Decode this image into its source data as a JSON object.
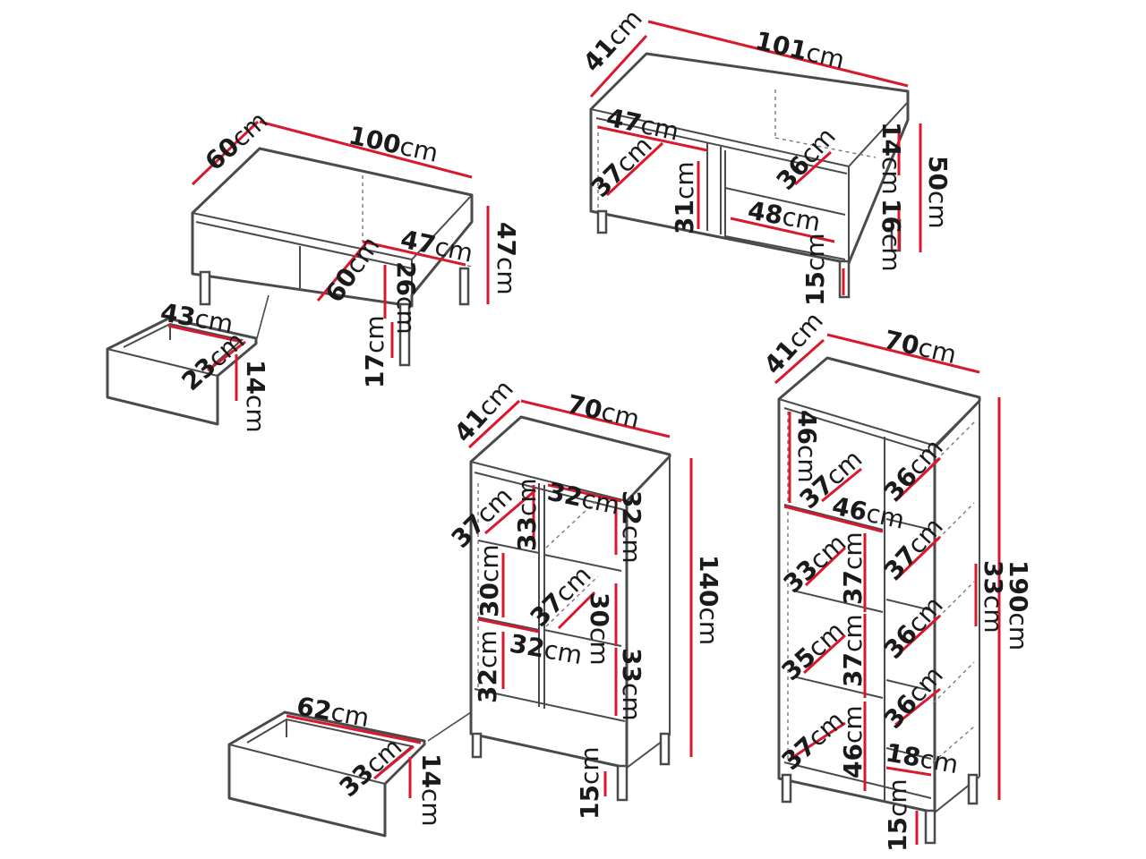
{
  "unit": "cm",
  "colors": {
    "dimension_line": "#d8182c",
    "outline": "#4a4a4a",
    "text": "#1a1a1a"
  },
  "coffee_table": {
    "width": "100",
    "depth": "60",
    "height": "47",
    "compartment_width": "47",
    "compartment_depth": "60",
    "compartment_height": "26",
    "leg_height": "17"
  },
  "coffee_table_drawer": {
    "width": "43",
    "depth": "23",
    "height": "14"
  },
  "tv_stand": {
    "width": "101",
    "depth": "41",
    "height": "50",
    "left_compartment_width": "47",
    "left_compartment_depth": "37",
    "left_compartment_height": "31",
    "right_top_depth": "36",
    "right_top_height": "14",
    "right_bottom_width": "48",
    "right_bottom_height": "16",
    "leg_height": "15"
  },
  "display_cabinet_140": {
    "width": "70",
    "depth": "41",
    "height": "140",
    "left_top_depth": "37",
    "left_top_height": "33",
    "left_mid_height": "30",
    "left_bottom_width": "32",
    "left_bottom_height": "32",
    "right_top_width": "32",
    "right_top_height": "32",
    "right_mid_depth": "37",
    "right_mid_height": "30",
    "right_bottom_height": "33",
    "leg_height": "15"
  },
  "cabinet_drawer": {
    "width": "62",
    "depth": "33",
    "height": "14"
  },
  "bookcase_190": {
    "width": "70",
    "depth": "41",
    "height": "190",
    "left_top_height": "46",
    "left_top_depth": "37",
    "left_top_width": "46",
    "left_mid1_depth": "33",
    "left_mid2_depth": "35",
    "left_bottom_depth": "37",
    "center_height_1": "37",
    "center_height_2": "37",
    "center_height_3": "46",
    "right_depth_1": "36",
    "right_depth_2": "37",
    "right_depth_3": "36",
    "right_depth_4": "36",
    "right_bottom_width": "18",
    "back_shelf_height": "33",
    "leg_height": "15"
  }
}
